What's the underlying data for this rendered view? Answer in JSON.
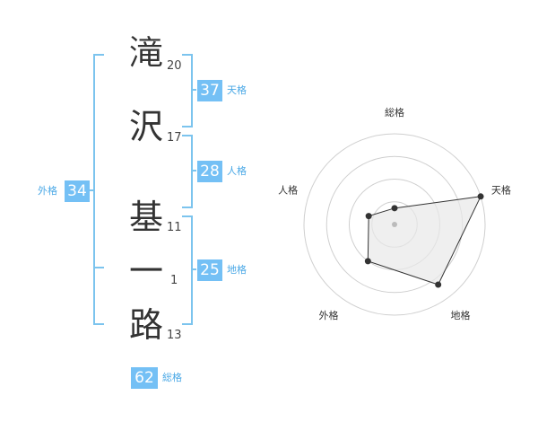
{
  "name_chars": [
    {
      "char": "滝",
      "strokes": "20"
    },
    {
      "char": "沢",
      "strokes": "17"
    },
    {
      "char": "基",
      "strokes": "11"
    },
    {
      "char": "一",
      "strokes": "1"
    },
    {
      "char": "路",
      "strokes": "13"
    }
  ],
  "kakusu": {
    "tenkaku": {
      "value": "37",
      "label": "天格"
    },
    "jinkaku": {
      "value": "28",
      "label": "人格"
    },
    "chikaku": {
      "value": "25",
      "label": "地格"
    },
    "gaikaku": {
      "value": "34",
      "label": "外格"
    },
    "soukaku": {
      "value": "62",
      "label": "総格"
    }
  },
  "colors": {
    "accent": "#74c0f5",
    "bracket": "#7cc4ee",
    "label": "#4aa8e6"
  },
  "chart_data": {
    "type": "radar",
    "axes": [
      "総格",
      "天格",
      "地格",
      "外格",
      "人格"
    ],
    "values": [
      0.18,
      1.0,
      0.82,
      0.5,
      0.3
    ],
    "range": [
      0,
      1
    ],
    "rings": 4
  }
}
